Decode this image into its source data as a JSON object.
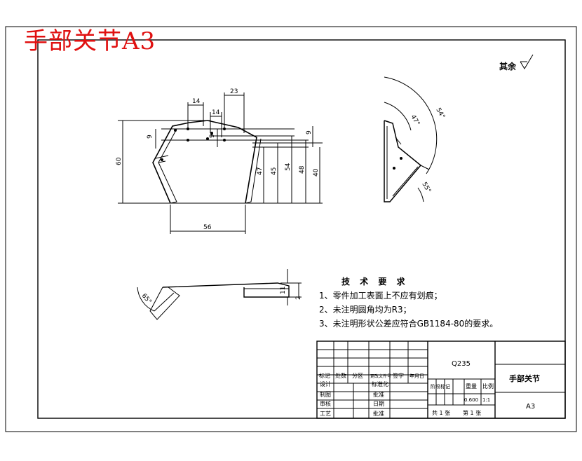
{
  "title": "手部关节A3",
  "surface_note": "其余",
  "dims": {
    "d14a": "14",
    "d14b": "14",
    "d23": "23",
    "d9a": "9",
    "d9b": "9",
    "d9c": "9",
    "d60": "60",
    "d47": "47",
    "d45": "45",
    "d54": "54",
    "d48": "48",
    "d40": "40",
    "d56": "56",
    "d11": "11",
    "d2": "2",
    "a54": "54°",
    "a47": "47°",
    "a55": "55°",
    "a65": "65°"
  },
  "tech_req": {
    "heading": "技 术 要 求",
    "items": [
      "1、零件加工表面上不应有划痕；",
      "2、未注明圆角均为R3；",
      "3、未注明形状公差应符合GB1184-80的要求。"
    ]
  },
  "title_block": {
    "material": "Q235",
    "part_name": "手部关节",
    "sheet_size": "A3",
    "row_labels": [
      "标记",
      "处数",
      "分区",
      "更改文件号",
      "签字",
      "年月日"
    ],
    "left_roles": [
      "设计",
      "制图",
      "审核",
      "工艺"
    ],
    "mid_roles": [
      "标准化",
      "批准",
      "日期",
      "批准"
    ],
    "stage_header": [
      "阶段标记",
      "重量",
      "比例"
    ],
    "weight": "0.600",
    "scale": "1:1",
    "sheet_total": "共 1 张",
    "sheet_num": "第 1 张"
  }
}
